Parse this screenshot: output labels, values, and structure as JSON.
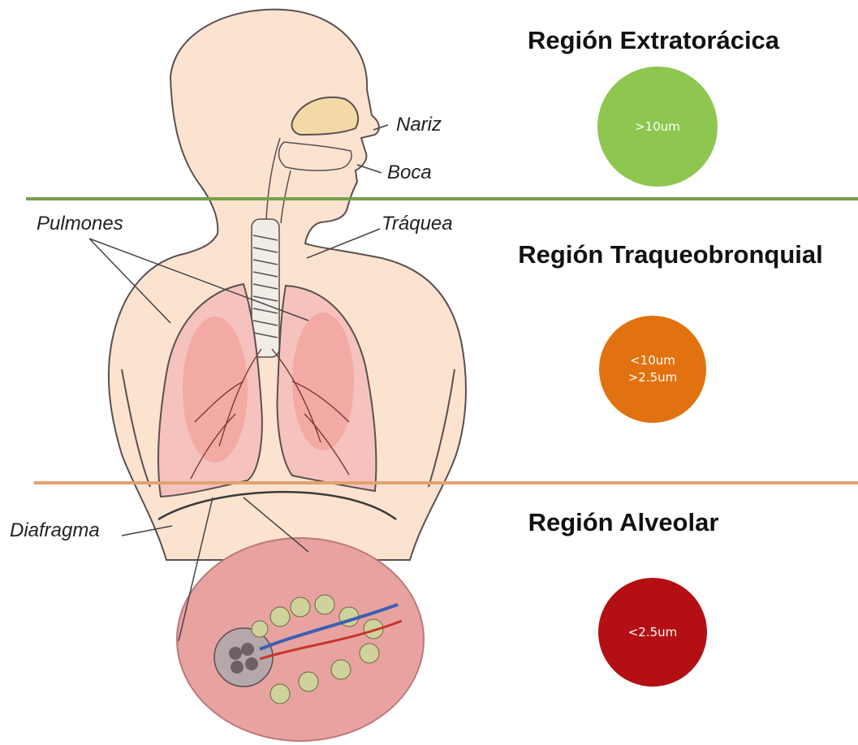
{
  "colors": {
    "background": "#ffffff",
    "skin": "#fbe3d0",
    "skin_outline": "#4a4a4a",
    "lung": "#f4b4b0",
    "lung_inner": "#f08f8c",
    "nasal": "#f3d9a6",
    "divider_upper": "#77a04a",
    "divider_lower": "#e0a273",
    "circle_extra": "#8ec64f",
    "circle_traqueo": "#e2720f",
    "circle_alveolar": "#b30f14"
  },
  "labels": {
    "nariz": "Nariz",
    "boca": "Boca",
    "pulmones": "Pulmones",
    "traquea": "Tráquea",
    "diafragma": "Diafragma"
  },
  "regions": [
    {
      "title": "Región Extratorácica",
      "size_lines": [
        ">10um"
      ],
      "color": "#8ec64f"
    },
    {
      "title": "Región Traqueobronquial",
      "size_lines": [
        "<10um",
        ">2.5um"
      ],
      "color": "#e2720f"
    },
    {
      "title": "Región Alveolar",
      "size_lines": [
        "<2.5um"
      ],
      "color": "#b30f14"
    }
  ]
}
